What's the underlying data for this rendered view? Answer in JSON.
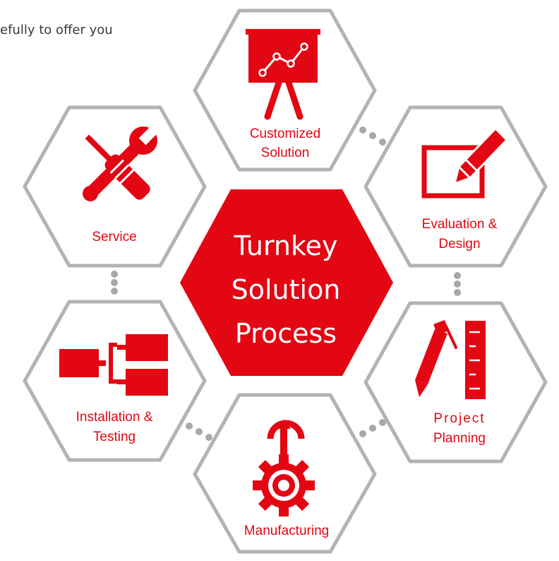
{
  "intro_text": "efully to offer you",
  "center": {
    "lines": [
      "Turnkey",
      "Solution",
      "Process"
    ]
  },
  "steps": [
    {
      "id": "customized-solution",
      "icon": "presentation-chart-icon",
      "lines": [
        "Customized",
        "Solution"
      ]
    },
    {
      "id": "evaluation-design",
      "icon": "pencil-drawing-board-icon",
      "lines": [
        "Evaluation &",
        "Design"
      ]
    },
    {
      "id": "project-planning",
      "icon": "pen-ruler-icon",
      "lines": [
        "Project",
        "Planning"
      ]
    },
    {
      "id": "manufacturing",
      "icon": "gear-arrow-icon",
      "lines": [
        "Manufacturing"
      ]
    },
    {
      "id": "installation-testing",
      "icon": "connection-blocks-icon",
      "lines": [
        "Installation &",
        "Testing"
      ]
    },
    {
      "id": "service",
      "icon": "wrench-screwdriver-icon",
      "lines": [
        "Service"
      ]
    }
  ],
  "colors": {
    "accent": "#e30613",
    "frame": "#b3b3b3",
    "connector": "#a8a8a8"
  }
}
